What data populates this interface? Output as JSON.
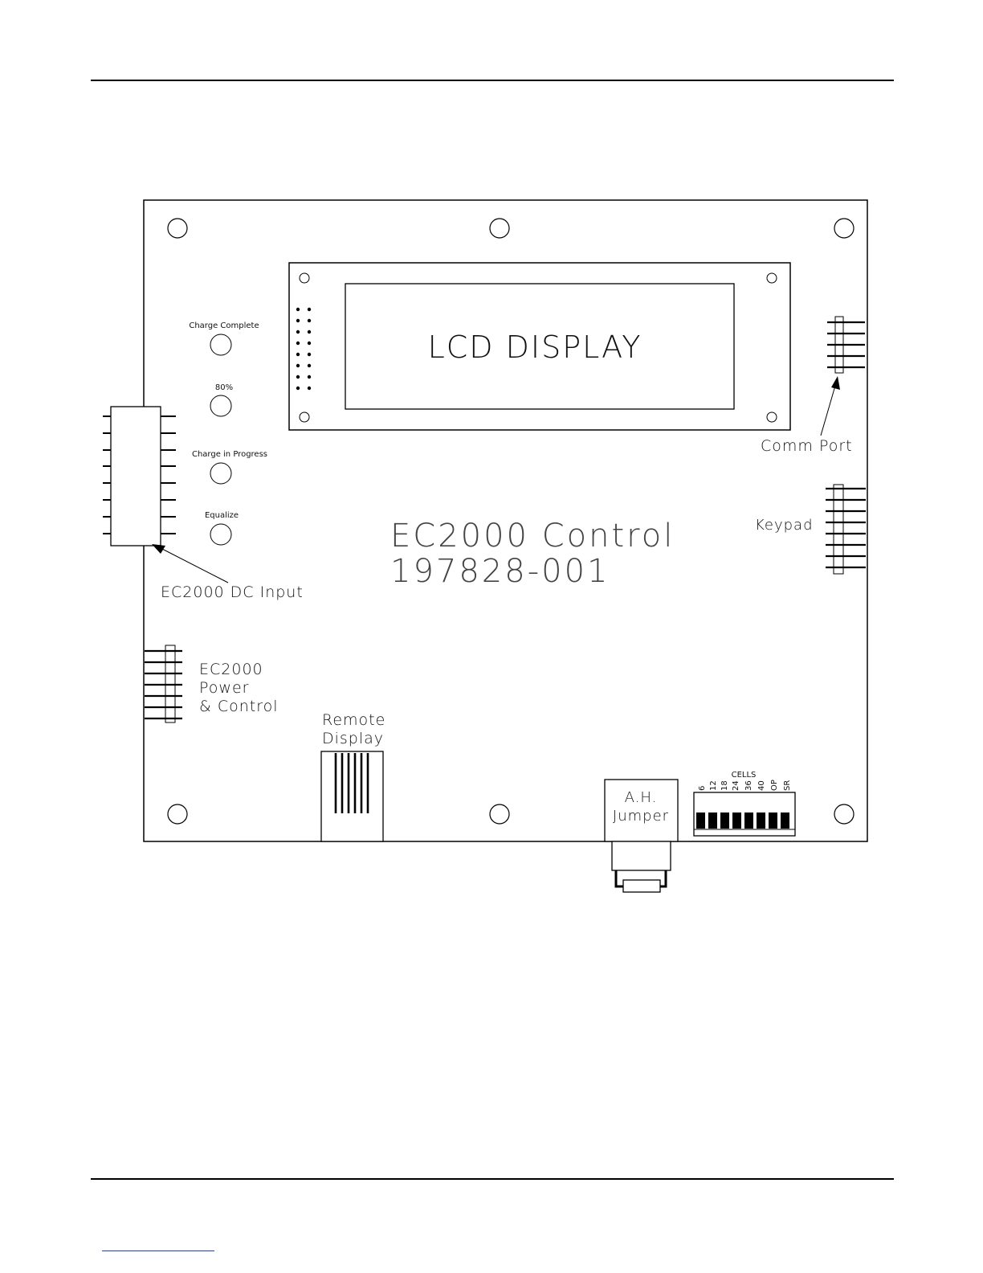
{
  "board": {
    "title_line1": "EC2000 Control",
    "title_line2": "197828-001"
  },
  "lcd": {
    "label": "LCD DISPLAY"
  },
  "leds": [
    {
      "label": "Charge Complete"
    },
    {
      "label": "80%"
    },
    {
      "label": "Charge in Progress"
    },
    {
      "label": "Equalize"
    }
  ],
  "connectors": {
    "dc_input": "EC2000 DC Input",
    "comm_port": "Comm Port",
    "keypad": "Keypad",
    "power_control": [
      "EC2000",
      "Power",
      "& Control"
    ],
    "remote_display": [
      "Remote",
      "Display"
    ],
    "ah_jumper": [
      "A.H.",
      "Jumper"
    ]
  },
  "dip_switch": {
    "title": "CELLS",
    "positions": [
      "6",
      "12",
      "18",
      "24",
      "36",
      "40",
      "OP",
      "SR"
    ]
  }
}
